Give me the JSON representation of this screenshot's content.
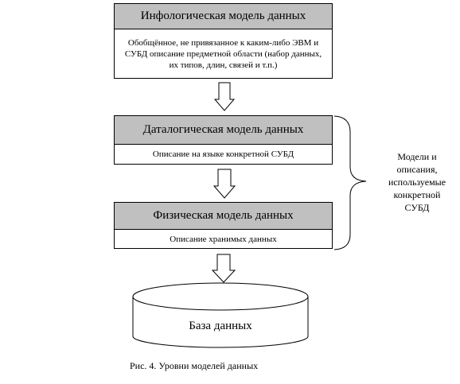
{
  "levels": [
    {
      "title": "Инфологическая модель данных",
      "description": "Обобщённое, не привязанное к каким-либо ЭВМ и СУБД описание предметной области (набор данных, их типов, длин, связей и т.п.)"
    },
    {
      "title": "Даталогическая модель данных",
      "description": "Описание на языке конкретной СУБД"
    },
    {
      "title": "Физическая модель данных",
      "description": "Описание хранимых данных"
    }
  ],
  "brace_note": "Модели и описания, используемые конкретной СУБД",
  "database_label": "База данных",
  "caption": "Рис. 4. Уровни моделей данных",
  "colors": {
    "header_fill": "#c0c0c0",
    "line": "#000000",
    "background": "#ffffff"
  }
}
